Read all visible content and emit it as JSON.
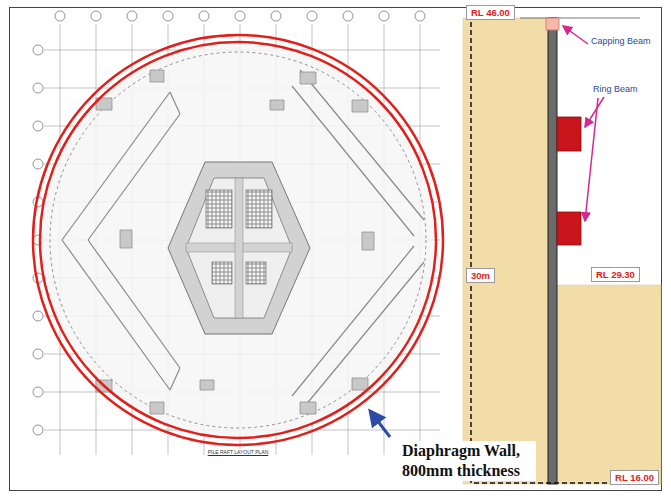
{
  "diagram": {
    "nodes": [
      {
        "text": [
          "RL 46.00"
        ]
      },
      {
        "text": [
          "30m"
        ]
      },
      {
        "text": [
          "RL 29.30"
        ]
      },
      {
        "text": [
          "RL 16.00"
        ]
      }
    ],
    "labels": [
      "PILE RAFT LAYOUT PLAN",
      "Diaphragm Wall, 800mm thickness",
      "Capping Beam",
      "Ring Beam"
    ]
  }
}
